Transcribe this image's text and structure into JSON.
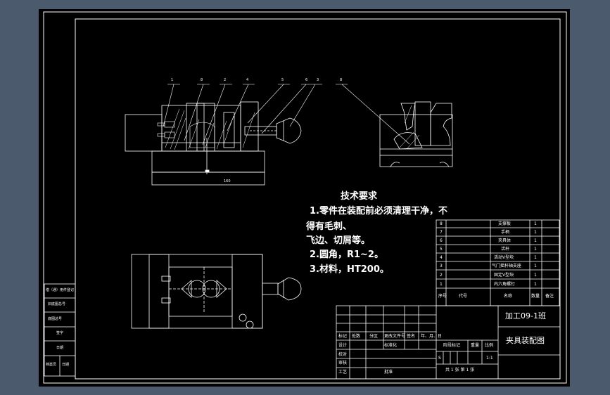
{
  "drawing": {
    "requirements_title": "技术要求",
    "requirements": [
      "1.零件在装配前必须清理干净，不",
      "得有毛刺、",
      "飞边、切屑等。",
      "2.圆角，R1~2。",
      "3.材料，HT200。"
    ],
    "balloons": [
      "1",
      "8",
      "2",
      "4",
      "5",
      "6",
      "3",
      "8"
    ],
    "dimension_text": "160",
    "parts_list": [
      {
        "no": "8",
        "name": "支撑板",
        "qty": "1"
      },
      {
        "no": "7",
        "name": "手柄",
        "qty": "1"
      },
      {
        "no": "6",
        "name": "夹具体",
        "qty": "1"
      },
      {
        "no": "5",
        "name": "活杆",
        "qty": "1"
      },
      {
        "no": "4",
        "name": "活动V型块",
        "qty": "1"
      },
      {
        "no": "3",
        "name": "气门摇杆轴支座",
        "qty": "1"
      },
      {
        "no": "2",
        "name": "固定V型块",
        "qty": "1"
      },
      {
        "no": "1",
        "name": "内六角螺钉",
        "qty": "1"
      }
    ],
    "parts_header": {
      "no": "序号",
      "code": "代号",
      "name": "名称",
      "qty": "数量",
      "note": "备注"
    },
    "title_block": {
      "class_name": "加工09-1班",
      "drawing_name": "夹具装配图",
      "design_label": "设计",
      "check_label": "校对",
      "review_label": "审核",
      "process_label": "工艺",
      "mark_label": "标记",
      "count_label": "处数",
      "zone_label": "分区",
      "change_doc_label": "更改文件号",
      "sign_label": "签名",
      "date_label": "年、月、日",
      "stage_label": "阶段标记",
      "weight_label": "重量",
      "scale_label": "比例",
      "scale_value": "1:1",
      "stage_value": "S",
      "sheets_text": "共 1 张   第 1 张",
      "approve_label": "批准",
      "std_label": "标准化"
    },
    "side_strip": [
      "借（通）用件登记",
      "旧底图总号",
      "底图总号",
      "签字",
      "日期"
    ],
    "side_strip_bottom": [
      "档案员",
      "日期"
    ]
  }
}
